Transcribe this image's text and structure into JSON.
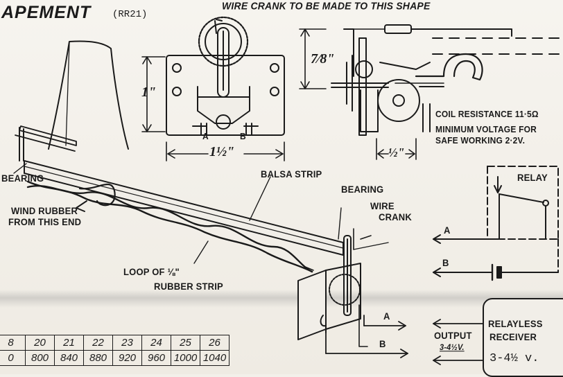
{
  "header": {
    "title": "APEMENT",
    "code": "(RR21)",
    "shape_note": "WIRE CRANK TO BE MADE TO THIS SHAPE"
  },
  "dimensions": {
    "height_1": "1\"",
    "width_1_5": "1½\"",
    "height_7_8": "7⁄8\"",
    "width_half": "½\""
  },
  "escapement_labels": {
    "a": "A",
    "b": "B"
  },
  "specs": {
    "coil_resistance": "COIL RESISTANCE 11·5Ω",
    "min_voltage_1": "MINIMUM VOLTAGE FOR",
    "min_voltage_2": "SAFE WORKING 2·2V."
  },
  "model": {
    "bearing_left": "BEARING",
    "balsa_strip": "BALSA STRIP",
    "bearing_right": "BEARING",
    "wire": "WIRE",
    "crank": "CRANK",
    "wind_1": "WIND RUBBER",
    "wind_2": "FROM THIS END",
    "loop_1": "LOOP OF ⅛\"",
    "loop_2": "RUBBER STRIP",
    "out_a": "A",
    "out_b": "B"
  },
  "circuit": {
    "relay": "RELAY",
    "a": "A",
    "b": "B",
    "output": "OUTPUT",
    "output_v": "3-4½V.",
    "rx_1": "RELAYLESS",
    "rx_2": "RECEIVER",
    "rx_v": "3-4½ v."
  },
  "table": {
    "row1": [
      "8",
      "20",
      "21",
      "22",
      "23",
      "24",
      "25",
      "26"
    ],
    "row2": [
      "0",
      "800",
      "840",
      "880",
      "920",
      "960",
      "1000",
      "1040"
    ]
  }
}
